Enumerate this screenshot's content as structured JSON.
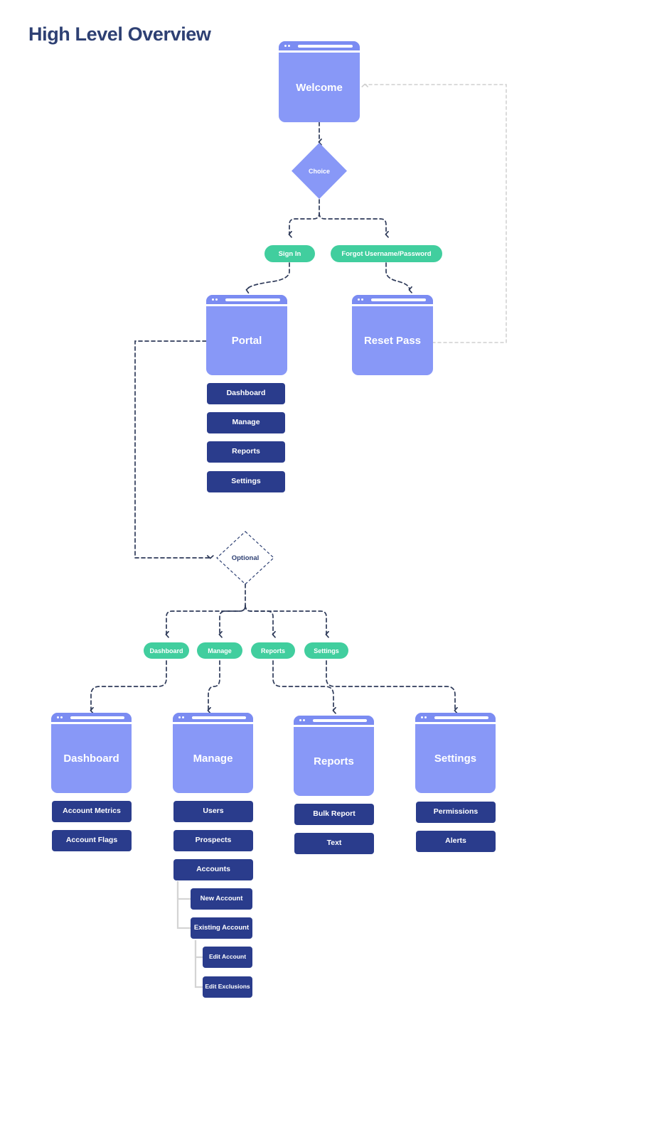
{
  "title": "High Level Overview",
  "theme": {
    "title_color": "#2e4073",
    "window_fill": "#8898f7",
    "window_bar": "#7b8cf2",
    "button_fill": "#2a3c8c",
    "pill_fill": "#41ce9e",
    "edge_color": "#2e3a59",
    "loop_edge_color": "#cfcfcf",
    "tree_line_color": "#d4d4d4",
    "background": "#ffffff"
  },
  "nodes": {
    "welcome": {
      "label": "Welcome",
      "type": "browser-window"
    },
    "choice": {
      "label": "Choice",
      "type": "decision-filled"
    },
    "sign_in": {
      "label": "Sign In",
      "type": "pill"
    },
    "forgot": {
      "label": "Forgot Username/Password",
      "type": "pill"
    },
    "portal": {
      "label": "Portal",
      "type": "browser-window"
    },
    "reset_pass": {
      "label": "Reset Pass",
      "type": "browser-window"
    },
    "optional": {
      "label": "Optional",
      "type": "decision-outlined"
    }
  },
  "portal_menu": [
    {
      "label": "Dashboard"
    },
    {
      "label": "Manage"
    },
    {
      "label": "Reports"
    },
    {
      "label": "Settings"
    }
  ],
  "optional_pills": [
    {
      "label": "Dashboard"
    },
    {
      "label": "Manage"
    },
    {
      "label": "Reports"
    },
    {
      "label": "Settings"
    }
  ],
  "sections": [
    {
      "key": "dashboard",
      "window": "Dashboard",
      "items": [
        {
          "label": "Account Metrics",
          "level": 0
        },
        {
          "label": "Account Flags",
          "level": 0
        }
      ]
    },
    {
      "key": "manage",
      "window": "Manage",
      "items": [
        {
          "label": "Users",
          "level": 0
        },
        {
          "label": "Prospects",
          "level": 0
        },
        {
          "label": "Accounts",
          "level": 0
        },
        {
          "label": "New Account",
          "level": 1
        },
        {
          "label": "Existing Account",
          "level": 1
        },
        {
          "label": "Edit Account",
          "level": 2
        },
        {
          "label": "Edit Exclusions",
          "level": 2
        }
      ]
    },
    {
      "key": "reports",
      "window": "Reports",
      "items": [
        {
          "label": "Bulk Report",
          "level": 0
        },
        {
          "label": "Text",
          "level": 0
        }
      ]
    },
    {
      "key": "settings",
      "window": "Settings",
      "items": [
        {
          "label": "Permissions",
          "level": 0
        },
        {
          "label": "Alerts",
          "level": 0
        }
      ]
    }
  ]
}
